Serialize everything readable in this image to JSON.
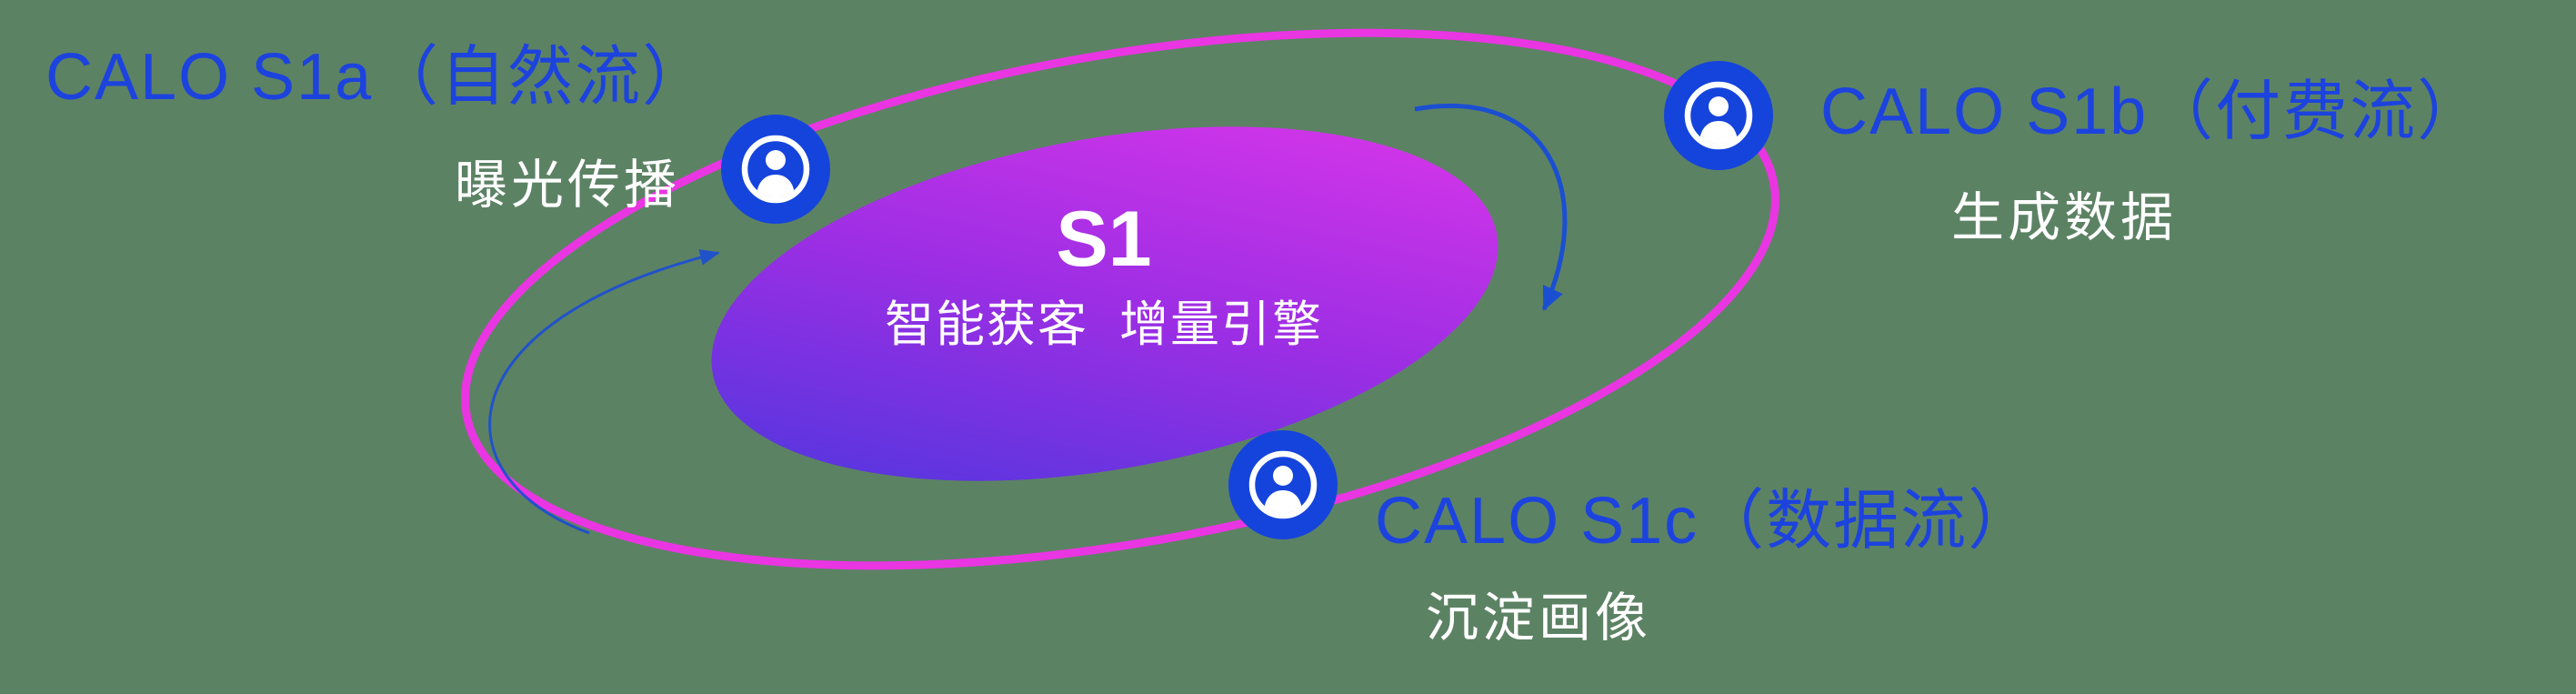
{
  "background": {
    "color": "#5c8264"
  },
  "core": {
    "title": "S1",
    "subtitle": "智能获客  增量引擎"
  },
  "nodes": [
    {
      "label": "CALO S1a（自然流）",
      "sublabel": "曝光传播"
    },
    {
      "label": "CALO S1b（付费流）",
      "sublabel": "生成数据"
    },
    {
      "label": "CALO S1c（数据流）",
      "sublabel": "沉淀画像"
    }
  ],
  "icons": {
    "badge": "user-circle-icon",
    "arrow_left": "curved-arrow-up-left",
    "arrow_right": "curved-arrow-down-right"
  },
  "colors": {
    "background": "#5c8264",
    "label_blue": "#1c43de",
    "badge_blue": "#1544dc",
    "ring_magenta": "#ea35e2",
    "core_gradient_start": "#4338dd",
    "core_gradient_mid": "#9c2ee4",
    "core_gradient_end": "#e337ea",
    "arrow_blue": "#1b4fd2",
    "text_white": "#ffffff"
  }
}
